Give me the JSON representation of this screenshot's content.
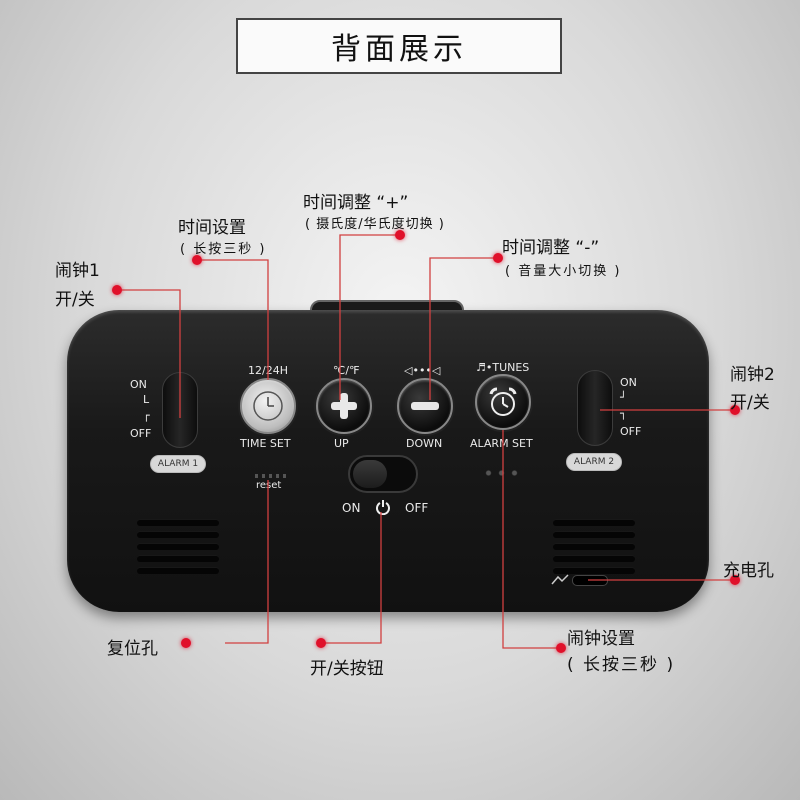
{
  "banner_title": "背面展示",
  "clock": {
    "switch_left": {
      "on": "ON",
      "mid1": "L",
      "mid2": "┌",
      "off": "OFF",
      "badge": "ALARM 1"
    },
    "switch_right": {
      "on": "ON",
      "mid1": "┘",
      "mid2": "┐",
      "off": "OFF",
      "badge": "ALARM 2"
    },
    "buttons": [
      {
        "top_label": "12/24H",
        "bottom_label": "TIME SET"
      },
      {
        "top_label": "℃/℉",
        "bottom_label": "UP"
      },
      {
        "top_label": "◁•••◁",
        "bottom_label": "DOWN"
      },
      {
        "top_label": "♬•TUNES",
        "bottom_label": "ALARM SET"
      }
    ],
    "reset_label": "reset",
    "power": {
      "on": "ON",
      "off": "OFF"
    }
  },
  "callouts": {
    "alarm1_title": "闹钟1",
    "alarm1_sub": "开/关",
    "time_set_title": "时间设置",
    "time_set_sub": "( 长按三秒 )",
    "up_title": "时间调整 “+”",
    "up_sub": "( 摄氏度/华氏度切换 )",
    "down_title": "时间调整 “-”",
    "down_sub": "( 音量大小切换 )",
    "alarm2_title": "闹钟2",
    "alarm2_sub": "开/关",
    "charge": "充电孔",
    "reset_hole": "复位孔",
    "power_button": "开/关按钮",
    "alarm_set_title": "闹钟设置",
    "alarm_set_sub": "( 长按三秒 )"
  },
  "colors": {
    "accent": "#e0102a",
    "body": "#161616",
    "lines": "#d14040"
  }
}
